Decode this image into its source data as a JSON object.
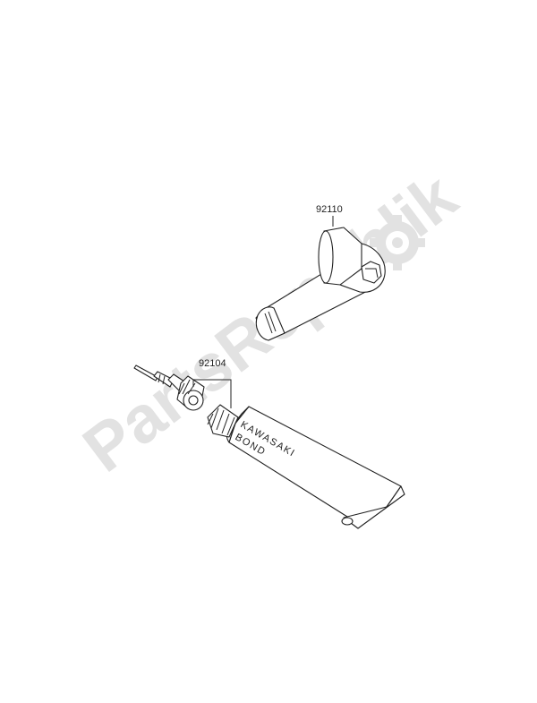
{
  "diagram": {
    "watermark": "PartsRepublik",
    "callouts": [
      {
        "id": "wrench",
        "label": "92110"
      },
      {
        "id": "bond",
        "label": "92104"
      }
    ],
    "tube_text": {
      "line1": "KAWASAKI",
      "line2": "BOND"
    },
    "watermark_icon": "gear-icon"
  }
}
